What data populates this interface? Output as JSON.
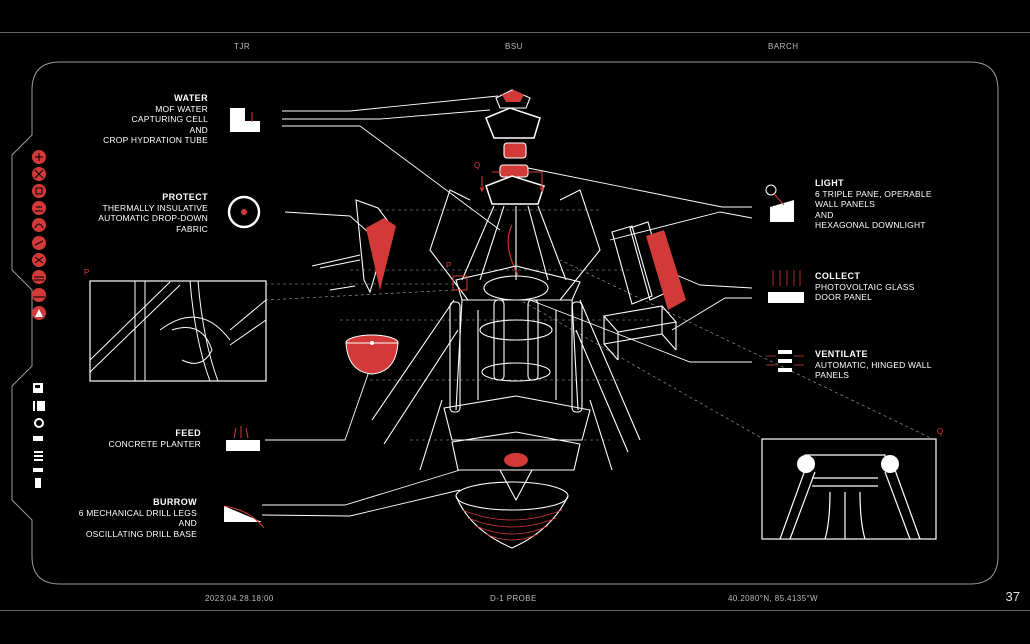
{
  "header": {
    "left": "TJR",
    "center": "BSU",
    "right": "BARCH"
  },
  "footer": {
    "date": "2023.04.28.18:00",
    "title": "D-1 PROBE",
    "coords": "40.2080°N, 85.4135°W",
    "page": "37"
  },
  "labels": {
    "water": {
      "title": "WATER",
      "lines": [
        "MOF WATER",
        "CAPTURING CELL",
        "AND",
        "CROP HYDRATION TUBE"
      ]
    },
    "protect": {
      "title": "PROTECT",
      "lines": [
        "THERMALLY INSULATIVE",
        "AUTOMATIC DROP-DOWN",
        "FABRIC"
      ]
    },
    "feed": {
      "title": "FEED",
      "lines": [
        "CONCRETE PLANTER"
      ]
    },
    "burrow": {
      "title": "BURROW",
      "lines": [
        "6 MECHANICAL DRILL LEGS",
        "AND",
        "OSCILLATING DRILL BASE"
      ]
    },
    "light": {
      "title": "LIGHT",
      "lines": [
        "6 TRIPLE PANE, OPERABLE",
        "WALL PANELS",
        "AND",
        "HEXAGONAL DOWNLIGHT"
      ]
    },
    "collect": {
      "title": "COLLECT",
      "lines": [
        "PHOTOVOLTAIC GLASS",
        "DOOR PANEL"
      ]
    },
    "ventilate": {
      "title": "VENTILATE",
      "lines": [
        "AUTOMATIC, HINGED WALL",
        "PANELS"
      ]
    }
  },
  "markers": {
    "p_detail": "P",
    "q_detail": "Q",
    "p_model": "P",
    "q_model": "Q"
  },
  "colors": {
    "accent": "#d23a3a",
    "line": "#ffffff",
    "frame": "#9a9a9a",
    "background": "#000000"
  },
  "sidebar": {
    "red_icons": [
      "water-icon",
      "snow-icon",
      "protect-icon",
      "drop-icon",
      "feed-icon",
      "sun-icon",
      "collect-icon",
      "ventilate-icon",
      "burrow-icon"
    ],
    "white_icons": [
      "water-cell-icon",
      "protect-icon",
      "light-icon",
      "feed-icon",
      "collect-icon",
      "ventilate-icon",
      "burrow-icon"
    ]
  }
}
